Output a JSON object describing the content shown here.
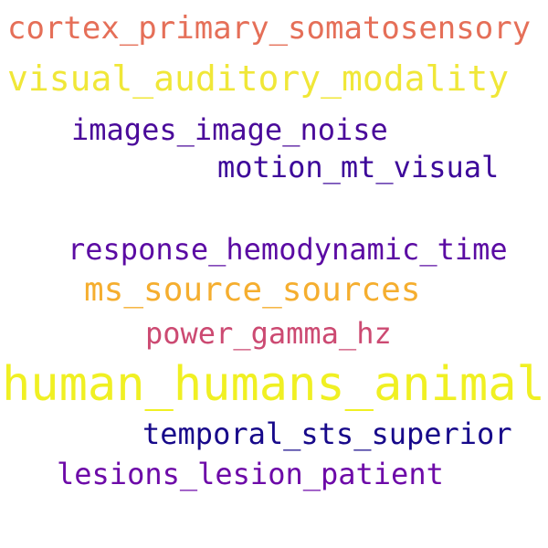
{
  "words": [
    {
      "text": "cortex_primary_somatosensory",
      "color": "#e56f58"
    },
    {
      "text": "visual_auditory_modality",
      "color": "#f0e738"
    },
    {
      "text": "images_image_noise",
      "color": "#4a0a9a"
    },
    {
      "text": "motion_mt_visual",
      "color": "#3d099a"
    },
    {
      "text": "response_hemodynamic_time",
      "color": "#5b0ba3"
    },
    {
      "text": "ms_source_sources",
      "color": "#f5ae2f"
    },
    {
      "text": "power_gamma_hz",
      "color": "#cc4a72"
    },
    {
      "text": "human_humans_animal",
      "color": "#f0f023"
    },
    {
      "text": "temporal_sts_superior",
      "color": "#17098a"
    },
    {
      "text": "lesions_lesion_patient",
      "color": "#6d0aa8"
    }
  ]
}
